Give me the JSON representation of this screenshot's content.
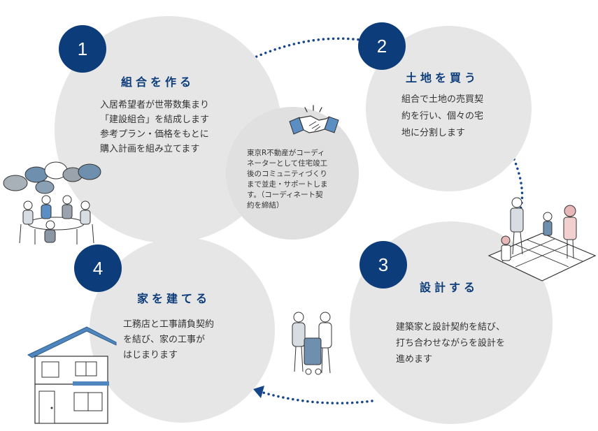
{
  "colors": {
    "badge": "#0d3c7a",
    "title": "#0d3c7a",
    "circle": "#e6e6e6",
    "dots": "#16468a"
  },
  "steps": [
    {
      "number": "1",
      "title": "組合を作る",
      "body": [
        "入居希望者が世帯数集まり",
        "「建設組合」を結成します",
        "参考プラン・価格をもとに",
        "購入計画を組み立てます"
      ]
    },
    {
      "number": "2",
      "title": "土地を買う",
      "body": [
        "組合で土地の売買契",
        "約を行い、個々の宅",
        "地に分割します"
      ]
    },
    {
      "number": "3",
      "title": "設計する",
      "body": [
        "建築家と設計契約を結び、",
        "打ち合わせながらを設計を",
        "進めます"
      ]
    },
    {
      "number": "4",
      "title": "家を建てる",
      "body": [
        "工務店と工事請負契約",
        "を結び、家の工事が",
        "はじまります"
      ]
    }
  ],
  "center": {
    "body": [
      "東京R不動産がコーディ",
      "ネーターとして住宅竣工",
      "後のコミュニティづくり",
      "まで並走・サポートしま",
      "す。（コーディネート契",
      "約を締結）"
    ]
  },
  "icons": {
    "step1": "group-meeting-illustration",
    "step2": "family-on-floorplan-illustration",
    "step3": "architect-and-family-illustration",
    "step4": "house-illustration",
    "center": "handshake-icon"
  }
}
